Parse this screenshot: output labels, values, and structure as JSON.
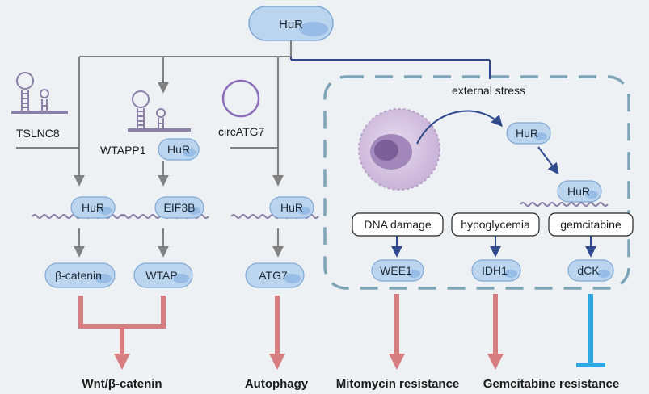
{
  "colors": {
    "background": "#eef1f4",
    "pill_fill": "#bcd5ef",
    "pill_stroke": "#7fa9d6",
    "pill_shade": "#8db6e4",
    "gray_line": "#808080",
    "navy_line": "#2e4a8c",
    "dashed_box": "#7ea4b8",
    "pink_arrow": "#d77e80",
    "blue_inhibit": "#2fa7e0",
    "rna_purple": "#8a80a8",
    "cell_fill": "#d4c4df",
    "nucleus_fill": "#8c6fa8"
  },
  "top": {
    "hur": "HuR"
  },
  "left_pathways": {
    "tslnc8": "TSLNC8",
    "wtapp1": "WTAPP1",
    "wtapp1_hur": "HuR",
    "circatg7": "circATG7",
    "col1_hur": "HuR",
    "col2_eif3b": "EIF3B",
    "col3_hur": "HuR",
    "col1_target": "β-catenin",
    "col2_target": "WTAP",
    "col3_target": "ATG7"
  },
  "stress_box": {
    "external_stress": "external stress",
    "hur_cytoplasm": "HuR",
    "hur_rna": "HuR",
    "dna_damage": "DNA damage",
    "hypoglycemia": "hypoglycemia",
    "gemcitabine": "gemcitabine",
    "wee1": "WEE1",
    "idh1": "IDH1",
    "dck": "dCK"
  },
  "outcomes": {
    "wnt": "Wnt/β-catenin",
    "autophagy": "Autophagy",
    "mitomycin": "Mitomycin resistance",
    "gemcitabine_resistance": "Gemcitabine resistance"
  },
  "icons": [
    "hairpin-rna-icon",
    "circular-rna-icon",
    "cell-icon",
    "mrna-wave-icon"
  ]
}
